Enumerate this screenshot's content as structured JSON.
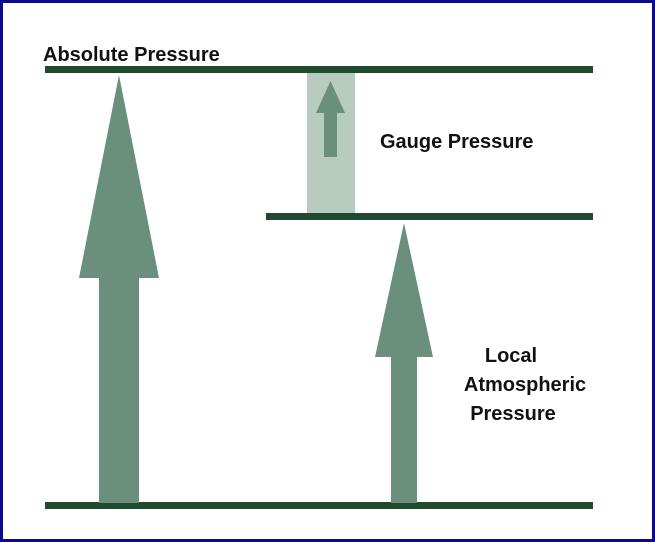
{
  "diagram": {
    "labels": {
      "absolute_pressure": "Absolute Pressure",
      "gauge_pressure": "Gauge Pressure",
      "local_atmospheric_line1": "Local",
      "local_atmospheric_line2": "Atmospheric",
      "local_atmospheric_line3": "Pressure"
    },
    "colors": {
      "frame_border": "#0a0a8a",
      "level_line": "#1f4a2e",
      "arrow_fill": "#6b8f7d",
      "gauge_band": "#b8cbbf",
      "text": "#111111"
    }
  }
}
